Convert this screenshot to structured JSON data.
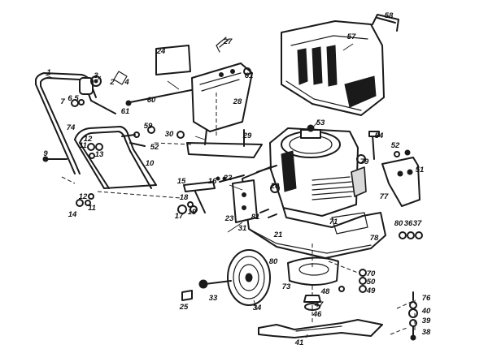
{
  "diagram": {
    "callouts": [
      {
        "id": "1",
        "text": "1"
      },
      {
        "id": "2",
        "text": "2"
      },
      {
        "id": "3",
        "text": "3"
      },
      {
        "id": "4",
        "text": "4"
      },
      {
        "id": "5",
        "text": "5"
      },
      {
        "id": "6",
        "text": "6"
      },
      {
        "id": "7",
        "text": "7"
      },
      {
        "id": "9",
        "text": "9"
      },
      {
        "id": "10",
        "text": "10"
      },
      {
        "id": "11a",
        "text": "11"
      },
      {
        "id": "11b",
        "text": "11"
      },
      {
        "id": "12a",
        "text": "12"
      },
      {
        "id": "12b",
        "text": "12"
      },
      {
        "id": "13",
        "text": "13"
      },
      {
        "id": "14",
        "text": "14"
      },
      {
        "id": "15",
        "text": "15"
      },
      {
        "id": "16",
        "text": "16"
      },
      {
        "id": "17",
        "text": "17"
      },
      {
        "id": "18",
        "text": "18"
      },
      {
        "id": "19",
        "text": "19"
      },
      {
        "id": "20",
        "text": "20"
      },
      {
        "id": "21",
        "text": "21"
      },
      {
        "id": "22",
        "text": "22"
      },
      {
        "id": "23",
        "text": "23"
      },
      {
        "id": "24",
        "text": "24"
      },
      {
        "id": "25",
        "text": "25"
      },
      {
        "id": "27",
        "text": "27"
      },
      {
        "id": "28",
        "text": "28"
      },
      {
        "id": "29",
        "text": "29"
      },
      {
        "id": "30",
        "text": "30"
      },
      {
        "id": "31",
        "text": "31"
      },
      {
        "id": "33",
        "text": "33"
      },
      {
        "id": "34",
        "text": "34"
      },
      {
        "id": "36",
        "text": "36"
      },
      {
        "id": "37",
        "text": "37"
      },
      {
        "id": "38",
        "text": "38"
      },
      {
        "id": "39",
        "text": "39"
      },
      {
        "id": "40",
        "text": "40"
      },
      {
        "id": "41",
        "text": "41"
      },
      {
        "id": "46",
        "text": "46"
      },
      {
        "id": "47",
        "text": "47"
      },
      {
        "id": "48",
        "text": "48"
      },
      {
        "id": "49",
        "text": "49"
      },
      {
        "id": "50",
        "text": "50"
      },
      {
        "id": "51",
        "text": "51"
      },
      {
        "id": "52a",
        "text": "52"
      },
      {
        "id": "52b",
        "text": "52"
      },
      {
        "id": "53",
        "text": "53"
      },
      {
        "id": "54",
        "text": "54"
      },
      {
        "id": "57",
        "text": "57"
      },
      {
        "id": "58",
        "text": "58"
      },
      {
        "id": "59",
        "text": "59"
      },
      {
        "id": "60",
        "text": "60"
      },
      {
        "id": "61a",
        "text": "61"
      },
      {
        "id": "61b",
        "text": "61"
      },
      {
        "id": "70",
        "text": "70"
      },
      {
        "id": "71",
        "text": "71"
      },
      {
        "id": "73",
        "text": "73"
      },
      {
        "id": "74",
        "text": "74"
      },
      {
        "id": "76",
        "text": "76"
      },
      {
        "id": "77",
        "text": "77"
      },
      {
        "id": "78",
        "text": "78"
      },
      {
        "id": "79",
        "text": "79"
      },
      {
        "id": "80a",
        "text": "80"
      },
      {
        "id": "80b",
        "text": "80"
      },
      {
        "id": "81",
        "text": "81"
      }
    ]
  }
}
